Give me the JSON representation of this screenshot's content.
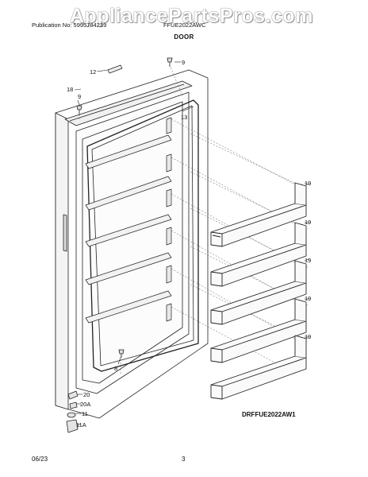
{
  "header": {
    "publication_label": "Publication No: 5995784239",
    "model": "FFUE2022AWC",
    "section_title": "DOOR"
  },
  "watermark": "AppliancePartsPros.com",
  "parts": {
    "p12": "12",
    "p9_top": "9",
    "p18": "18",
    "p9_left": "9",
    "p13": "13",
    "p19_1": "19",
    "p19_2": "19",
    "p19_3": "19",
    "p19_4": "19",
    "p19_5": "19",
    "p8": "8",
    "p20": "20",
    "p20a": "20A",
    "p11": "11",
    "p11a": "11A"
  },
  "drawing_code": "DRFFUE2022AW1",
  "footer": {
    "date": "06/23",
    "page_number": "3"
  }
}
